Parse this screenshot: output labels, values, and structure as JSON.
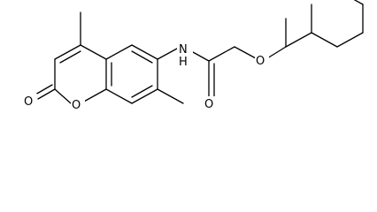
{
  "molecule": {
    "atoms": {
      "nh": "N",
      "h": "H",
      "amide_o": "O",
      "ether_o": "O",
      "ring_o": "O",
      "carbonyl_o": "O"
    }
  },
  "colors": {
    "bond": "#000000",
    "background": "#ffffff"
  }
}
